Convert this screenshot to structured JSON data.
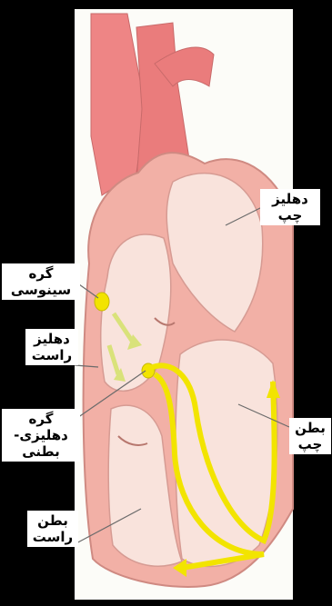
{
  "labels": {
    "left_atrium": "دهلیز چپ",
    "sa_node": "گره سینوسی",
    "right_atrium": [
      "دهلیز",
      "راست"
    ],
    "av_node": [
      "گره دهلیزی-",
      "بطنی"
    ],
    "left_ventricle": [
      "بطن",
      "چپ"
    ],
    "right_ventricle": [
      "بطن",
      "راست"
    ]
  },
  "colors": {
    "background": "#000000",
    "panel": "#fcfcf8",
    "heart_wall": "#f2b0a6",
    "vessel": "#ec8080",
    "chamber": "#f9e3dc",
    "conduction": "#f2e400"
  }
}
